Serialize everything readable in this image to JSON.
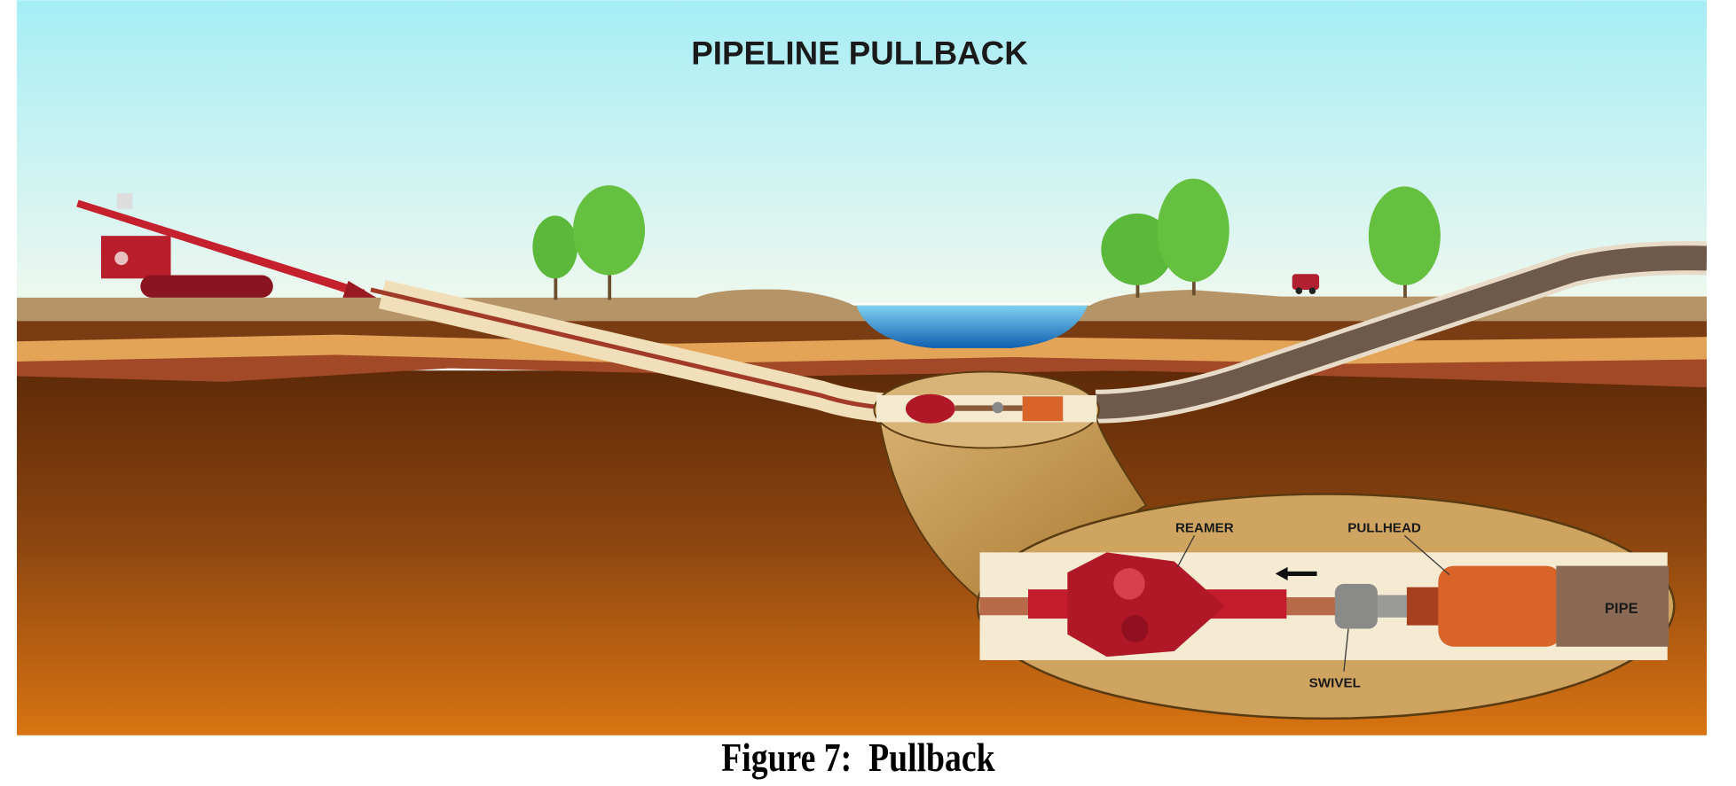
{
  "diagram": {
    "title": "PIPELINE PULLBACK",
    "labels": {
      "reamer": "REAMER",
      "pullhead": "PULLHEAD",
      "swivel": "SWIVEL",
      "pipe": "PIPE"
    },
    "pull_direction": "left"
  },
  "caption": "Figure 7:  Pullback"
}
